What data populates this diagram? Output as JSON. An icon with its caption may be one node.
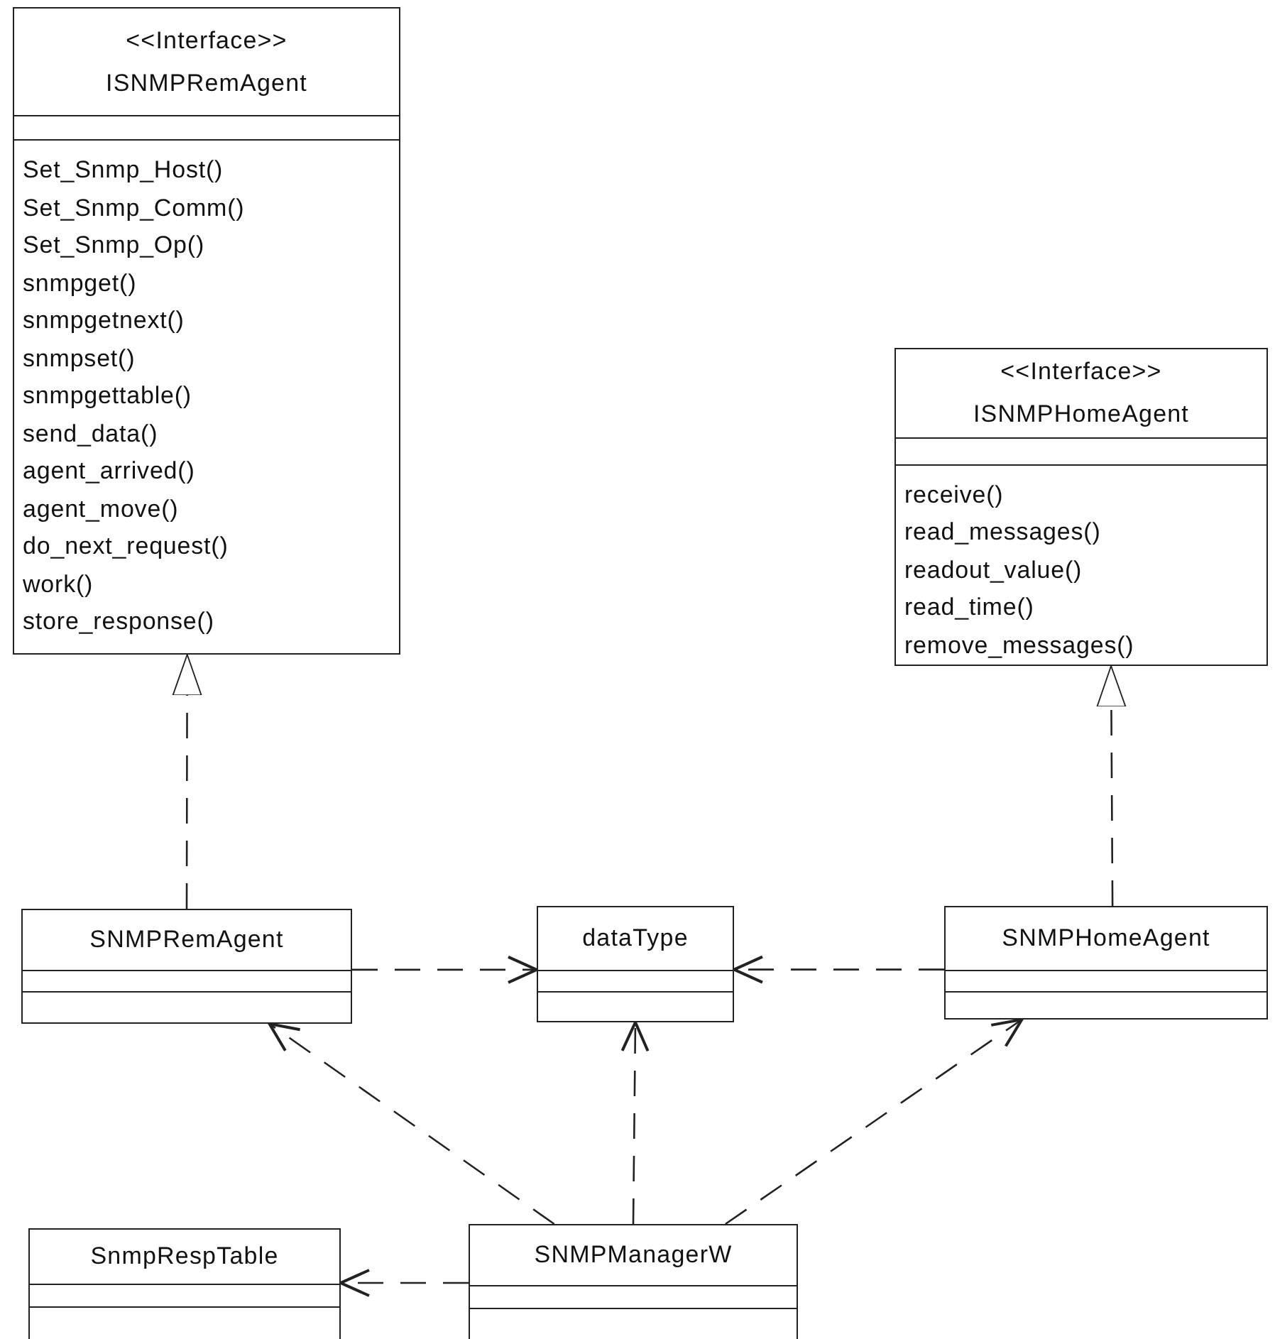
{
  "diagram": {
    "nodes": [
      {
        "text": [
          "<<Interface>>",
          "ISNMPRemAgent",
          "Set_Snmp_Host()",
          "Set_Snmp_Comm()",
          "Set_Snmp_Op()",
          "snmpget()",
          "snmpgetnext()",
          "snmpset()",
          "snmpgettable()",
          "send_data()",
          "agent_arrived()",
          "agent_move()",
          "do_next_request()",
          "work()",
          "store_response()"
        ]
      },
      {
        "text": [
          "<<Interface>>",
          "ISNMPHomeAgent",
          "receive()",
          "read_messages()",
          "readout_value()",
          "read_time()",
          "remove_messages()"
        ]
      },
      {
        "text": [
          "SNMPRemAgent"
        ]
      },
      {
        "text": [
          "dataType"
        ]
      },
      {
        "text": [
          "SNMPHomeAgent"
        ]
      },
      {
        "text": [
          "SnmpRespTable"
        ]
      },
      {
        "text": [
          "SNMPManagerW"
        ]
      }
    ],
    "edges": [
      {
        "from": 2,
        "to": 0,
        "arrow": "to",
        "style": "dashed"
      },
      {
        "from": 4,
        "to": 1,
        "arrow": "to",
        "style": "dashed"
      },
      {
        "from": 2,
        "to": 3,
        "arrow": "to",
        "style": "dashed"
      },
      {
        "from": 4,
        "to": 3,
        "arrow": "to",
        "style": "dashed"
      },
      {
        "from": 6,
        "to": 2,
        "arrow": "to",
        "style": "dashed"
      },
      {
        "from": 6,
        "to": 3,
        "arrow": "to",
        "style": "dashed"
      },
      {
        "from": 6,
        "to": 4,
        "arrow": "to",
        "style": "dashed"
      },
      {
        "from": 6,
        "to": 5,
        "arrow": "to",
        "style": "dashed"
      }
    ]
  }
}
